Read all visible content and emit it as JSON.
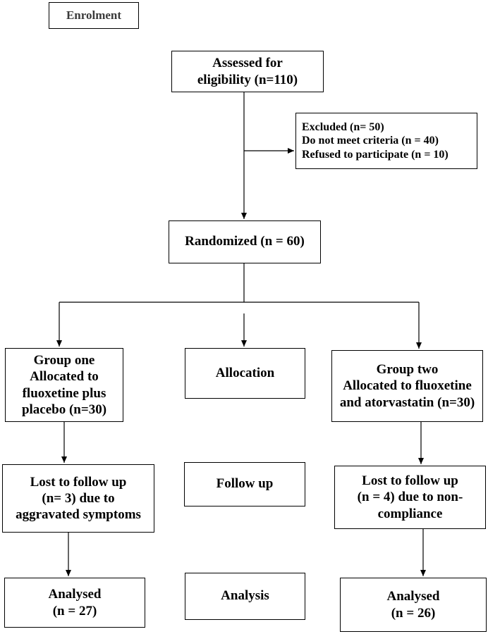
{
  "enrolment": {
    "label": "Enrolment"
  },
  "assessed": {
    "lines": [
      "Assessed for",
      "eligibility (n=110)"
    ]
  },
  "excluded": {
    "lines": [
      "Excluded (n= 50)",
      "Do not meet criteria (n = 40)",
      "Refused to participate (n = 10)"
    ]
  },
  "randomized": {
    "label": "Randomized (n = 60)"
  },
  "stages": {
    "allocation": "Allocation",
    "follow_up": "Follow up",
    "analysis": "Analysis"
  },
  "group_one": {
    "allocated": [
      "Group one",
      "Allocated to",
      "fluoxetine plus",
      "placebo (n=30)"
    ],
    "lost": [
      "Lost to follow up",
      "(n= 3) due to",
      "aggravated symptoms"
    ],
    "analysed": [
      "Analysed",
      "(n = 27)"
    ]
  },
  "group_two": {
    "allocated": [
      "Group two",
      "Allocated to fluoxetine",
      "and atorvastatin (n=30)"
    ],
    "lost": [
      "Lost to follow up",
      "(n = 4) due to non-",
      "compliance"
    ],
    "analysed": [
      "Analysed",
      "(n = 26)"
    ]
  }
}
